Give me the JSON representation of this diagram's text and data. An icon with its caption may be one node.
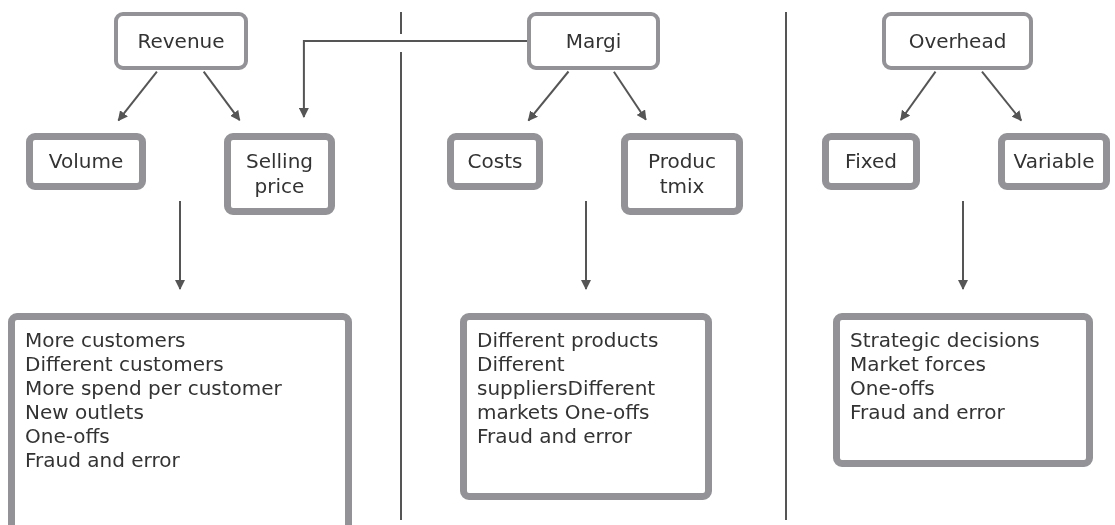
{
  "diagram": {
    "nodes": [
      {
        "text": [
          "Revenue"
        ]
      },
      {
        "text": [
          "Volume"
        ]
      },
      {
        "text": [
          "Selling price"
        ]
      },
      {
        "text": [
          "More customers",
          "Different customers",
          "More spend per customer",
          "New outlets",
          "One-offs",
          "Fraud and error"
        ]
      },
      {
        "text": [
          "Margi"
        ]
      },
      {
        "text": [
          "Costs"
        ]
      },
      {
        "text": [
          "Produc tmix"
        ]
      },
      {
        "text": [
          "Different products",
          "Different suppliersDifferent markets One-offs",
          "Fraud and error"
        ]
      },
      {
        "text": [
          "Overhead"
        ]
      },
      {
        "text": [
          "Fixed"
        ]
      },
      {
        "text": [
          "Variable"
        ]
      },
      {
        "text": [
          "Strategic decisions",
          "Market forces",
          "One-offs",
          "Fraud and error"
        ]
      }
    ],
    "edges": [
      {
        "from": 0,
        "to": 1,
        "arrow": "to"
      },
      {
        "from": 0,
        "to": 2,
        "arrow": "to"
      },
      {
        "from": 4,
        "to": 2,
        "arrow": "to"
      },
      {
        "from": null,
        "to": 3,
        "arrow": "to"
      },
      {
        "from": 4,
        "to": 5,
        "arrow": "to"
      },
      {
        "from": 4,
        "to": 6,
        "arrow": "to"
      },
      {
        "from": null,
        "to": 7,
        "arrow": "to"
      },
      {
        "from": 8,
        "to": 9,
        "arrow": "to"
      },
      {
        "from": 8,
        "to": 10,
        "arrow": "to"
      },
      {
        "from": null,
        "to": 11,
        "arrow": "to"
      }
    ]
  }
}
